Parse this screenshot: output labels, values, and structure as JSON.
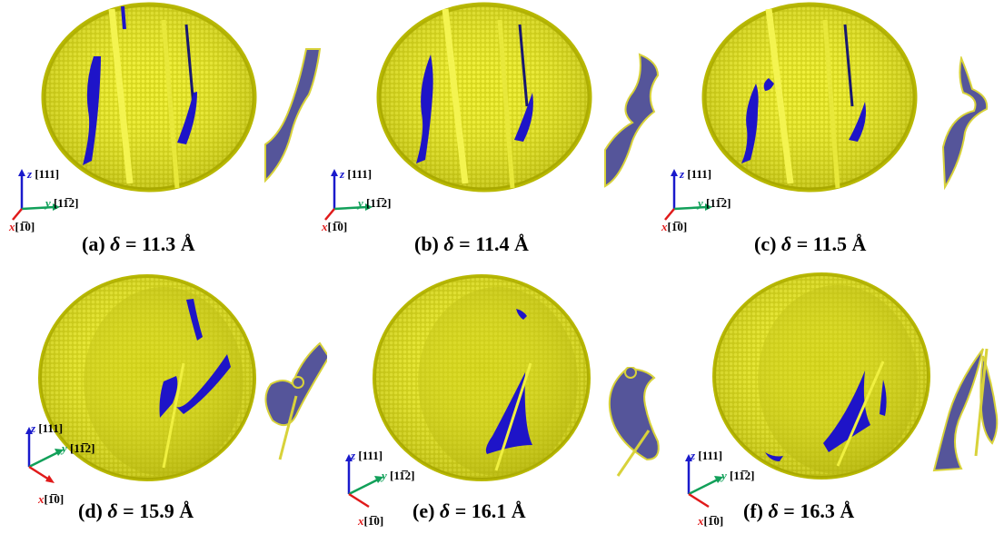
{
  "axes": {
    "z": {
      "letter": "z",
      "index": "[111]"
    },
    "y": {
      "letter": "y",
      "index": "[11̅2]"
    },
    "x": {
      "letter": "x",
      "index": "[1̅0]"
    }
  },
  "panels": [
    {
      "label": "(a)",
      "delta": "11.3 Å"
    },
    {
      "label": "(b)",
      "delta": "11.4 Å"
    },
    {
      "label": "(c)",
      "delta": "11.5 Å"
    },
    {
      "label": "(d)",
      "delta": "15.9 Å"
    },
    {
      "label": "(e)",
      "delta": "16.1 Å"
    },
    {
      "label": "(f)",
      "delta": "16.3 Å"
    }
  ],
  "delta_symbol": "δ",
  "equals": "=",
  "colors": {
    "atoms": "#e6e61a",
    "atom_edge": "#9a9a10",
    "defect": "#1e14c8",
    "profile_fill": "#55559a",
    "profile_edge": "#d8d23a",
    "z_axis": "#1a1acc",
    "y_axis": "#12a05a",
    "x_axis": "#e01a1a"
  }
}
